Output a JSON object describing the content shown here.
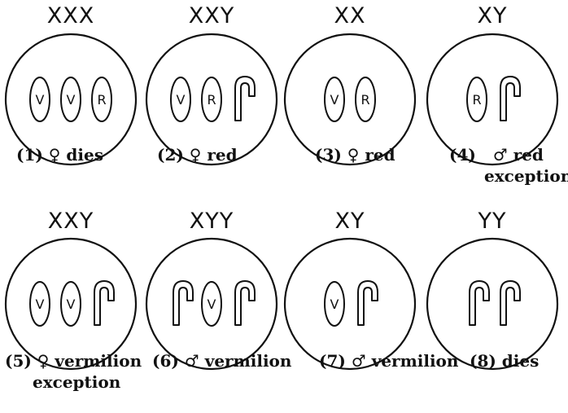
{
  "figure": {
    "cells": [
      {
        "karyotype": "XXX",
        "chromosomes": [
          "V",
          "V",
          "R"
        ],
        "caption": "(1) ♀ dies",
        "caption_line2": ""
      },
      {
        "karyotype": "XXY",
        "chromosomes": [
          "V",
          "R",
          "Y"
        ],
        "caption": "(2) ♀ red",
        "caption_line2": ""
      },
      {
        "karyotype": "XX",
        "chromosomes": [
          "V",
          "R"
        ],
        "caption": "(3) ♀ red",
        "caption_line2": ""
      },
      {
        "karyotype": "XY",
        "chromosomes": [
          "R",
          "Y"
        ],
        "caption": "(4)   ♂ red",
        "caption_line2": "exception"
      },
      {
        "karyotype": "XXY",
        "chromosomes": [
          "V",
          "V",
          "Y"
        ],
        "caption": "(5) ♀ vermilion",
        "caption_line2": "exception"
      },
      {
        "karyotype": "XYY",
        "chromosomes": [
          "Y",
          "V",
          "Y"
        ],
        "caption": "(6) ♂ vermilion",
        "caption_line2": ""
      },
      {
        "karyotype": "XY",
        "chromosomes": [
          "V",
          "Y"
        ],
        "caption": "(7) ♂ vermilion",
        "caption_line2": ""
      },
      {
        "karyotype": "YY",
        "chromosomes": [
          "Y",
          "Y"
        ],
        "caption": "(8) dies",
        "caption_line2": ""
      }
    ]
  }
}
